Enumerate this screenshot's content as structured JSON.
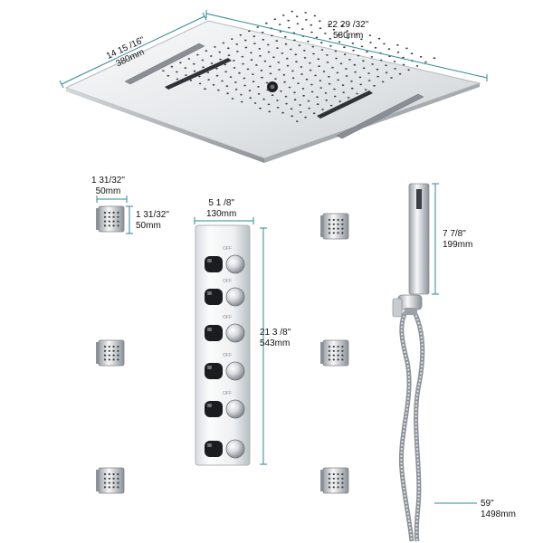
{
  "colors": {
    "dimension_line": "#2c8a92",
    "chrome_light": "#f4f5f6",
    "chrome_mid": "#cfd3d6",
    "chrome_dark": "#7b8086",
    "nozzle": "#3b3f44",
    "knob": "#1a1c1f"
  },
  "rain_panel": {
    "depth_in": "14 15 /16\"",
    "depth_mm": "380mm",
    "width_in": "22 29 /32\"",
    "width_mm": "580mm"
  },
  "body_jet": {
    "width_in": "1 31/32\"",
    "width_mm": "50mm",
    "height_in": "1 31/32\"",
    "height_mm": "50mm"
  },
  "valve_panel": {
    "width_in": "5 1 /8\"",
    "width_mm": "130mm",
    "height_in": "21 3 /8\"",
    "height_mm": "543mm",
    "knob_label": "OFF"
  },
  "hand_shower": {
    "height_in": "7 7/8\"",
    "height_mm": "199mm"
  },
  "hose": {
    "length_in": "59\"",
    "length_mm": "1498mm"
  },
  "icons": [
    "rain-shower-panel",
    "body-jet",
    "thermostatic-valve",
    "hand-shower",
    "hose"
  ]
}
